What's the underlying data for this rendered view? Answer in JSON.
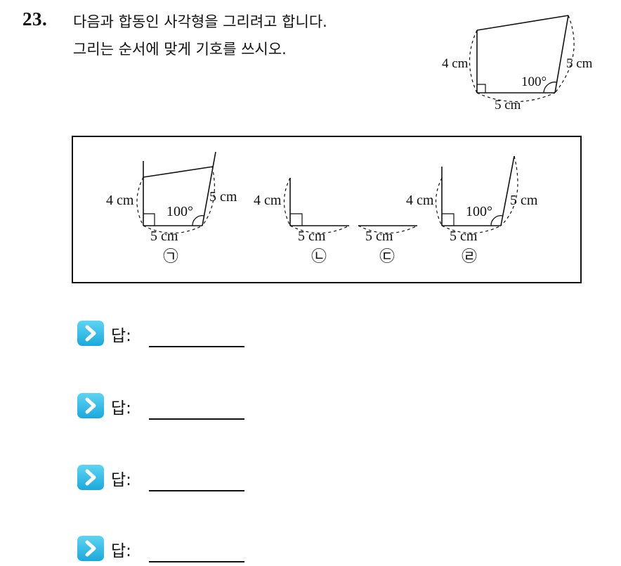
{
  "question": {
    "number": "23.",
    "line1": "다음과 합동인 사각형을 그리려고 합니다.",
    "line2": "그리는 순서에 맞게 기호를 쓰시오."
  },
  "reference_figure": {
    "left_side": "4 cm",
    "right_side": "5 cm",
    "bottom_side": "5 cm",
    "angle": "100°"
  },
  "choices": {
    "a": {
      "symbol": "㉠",
      "left_side": "4 cm",
      "right_side": "5 cm",
      "bottom_side": "5 cm",
      "angle": "100°"
    },
    "b": {
      "symbol": "㉡",
      "left_side": "4 cm",
      "bottom_side": "5 cm"
    },
    "c": {
      "symbol": "㉢",
      "bottom_side": "5 cm"
    },
    "d": {
      "symbol": "㉣",
      "left_side": "4 cm",
      "right_side": "5 cm",
      "bottom_side": "5 cm",
      "angle": "100°"
    }
  },
  "answers": [
    {
      "label": "답:",
      "value": ""
    },
    {
      "label": "답:",
      "value": ""
    },
    {
      "label": "답:",
      "value": ""
    },
    {
      "label": "답:",
      "value": ""
    }
  ],
  "colors": {
    "accent": "#29b6e6"
  },
  "icon": "chevron-right-icon"
}
